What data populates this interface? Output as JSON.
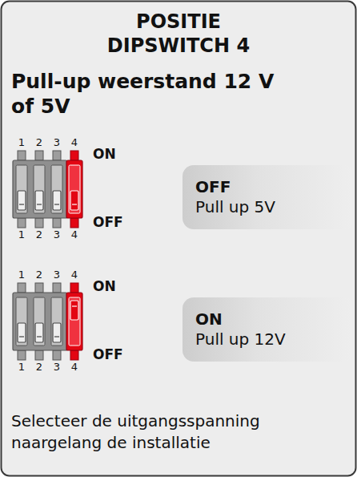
{
  "diagram": {
    "title": "POSITIE DIPSWITCH 4",
    "caption": "Selecteer de uitgangsspanning naargelang de installatie",
    "nodes": [
      {
        "text": [
          "OFF",
          "Pull up 5V"
        ]
      },
      {
        "text": [
          "ON",
          "Pull up 12V"
        ]
      }
    ],
    "labels": [
      "Pull-up weerstand 12 V of 5V",
      "1",
      "2",
      "3",
      "4",
      "ON",
      "OFF",
      "1",
      "2",
      "3",
      "4",
      "1",
      "2",
      "3",
      "4",
      "ON",
      "OFF",
      "1",
      "2",
      "3",
      "4"
    ]
  }
}
